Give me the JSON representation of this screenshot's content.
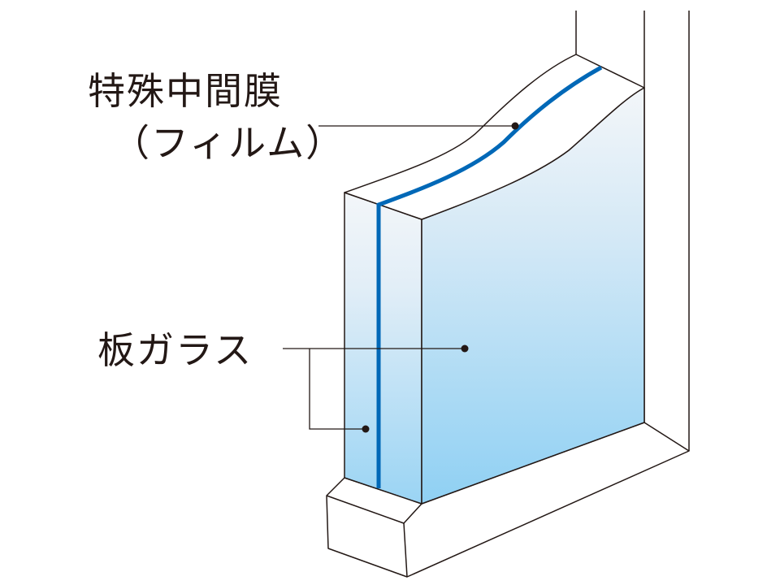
{
  "labels": {
    "film_line1": "特殊中間膜",
    "film_line2": "（フィルム）",
    "glass": "板ガラス"
  },
  "colors": {
    "interlayer_film": "#0068b7",
    "glass_gradient_top": "#f1f5f9",
    "glass_gradient_bottom": "#8fd0f3",
    "outline": "#231815",
    "background": "#ffffff"
  },
  "callouts": [
    {
      "label": "film",
      "target": "interlayer film (blue line) at top edge"
    },
    {
      "label": "glass",
      "target": "front glass pane"
    },
    {
      "label": "glass",
      "target": "rear glass pane"
    }
  ]
}
